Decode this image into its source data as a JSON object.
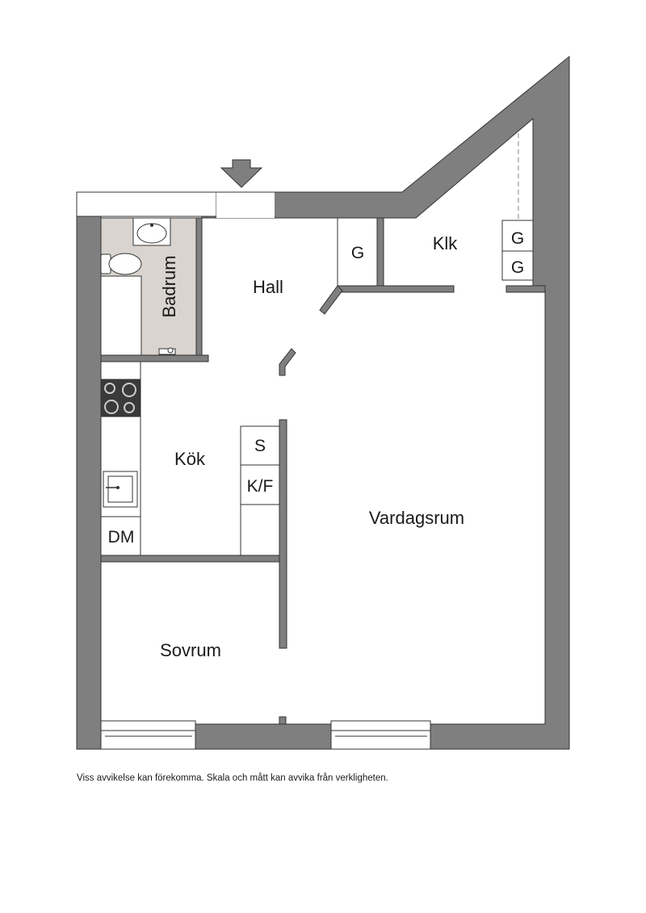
{
  "rooms": {
    "hall": "Hall",
    "badrum": "Badrum",
    "kok": "Kök",
    "vardagsrum": "Vardagsrum",
    "sovrum": "Sovrum",
    "klk": "Klk"
  },
  "fixtures": {
    "wardrobe_hall": "G",
    "wardrobe_klk_top": "G",
    "wardrobe_klk_bottom": "G",
    "storage_s": "S",
    "fridge_freezer": "K/F",
    "dishwasher": "DM"
  },
  "disclaimer": "Viss avvikelse kan förekomma. Skala och mått kan avvika från verkligheten.",
  "colors": {
    "wall": "#7f7f7f",
    "bathroom_floor": "#d9d4cf",
    "line": "#333333"
  }
}
